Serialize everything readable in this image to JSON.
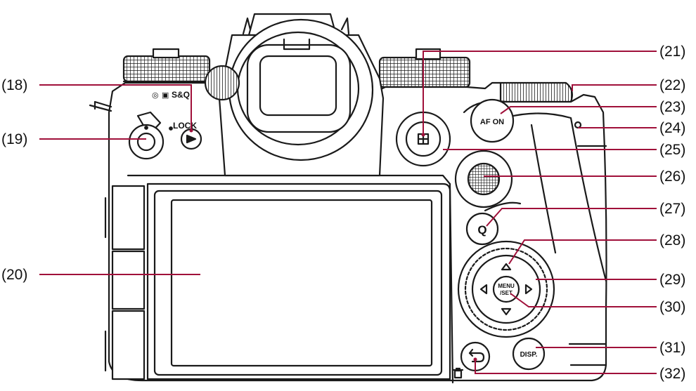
{
  "diagram": {
    "callouts": [
      {
        "id": "18",
        "label": "(18)"
      },
      {
        "id": "19",
        "label": "(19)"
      },
      {
        "id": "20",
        "label": "(20)"
      },
      {
        "id": "21",
        "label": "(21)"
      },
      {
        "id": "22",
        "label": "(22)"
      },
      {
        "id": "23",
        "label": "(23)"
      },
      {
        "id": "24",
        "label": "(24)"
      },
      {
        "id": "25",
        "label": "(25)"
      },
      {
        "id": "26",
        "label": "(26)"
      },
      {
        "id": "27",
        "label": "(27)"
      },
      {
        "id": "28",
        "label": "(28)"
      },
      {
        "id": "29",
        "label": "(29)"
      },
      {
        "id": "30",
        "label": "(30)"
      },
      {
        "id": "31",
        "label": "(31)"
      },
      {
        "id": "32",
        "label": "(32)"
      }
    ],
    "camera_markings": {
      "mode_lever": "S&Q",
      "lock": "LOCK",
      "af_on": "AF ON",
      "quick_menu": "Q",
      "menu": "MENU",
      "set": "/SET",
      "disp": "DISP."
    },
    "colors": {
      "callout_line": "#a0103a",
      "outline": "#1a1a1a",
      "body_fill": "#ffffff"
    }
  }
}
